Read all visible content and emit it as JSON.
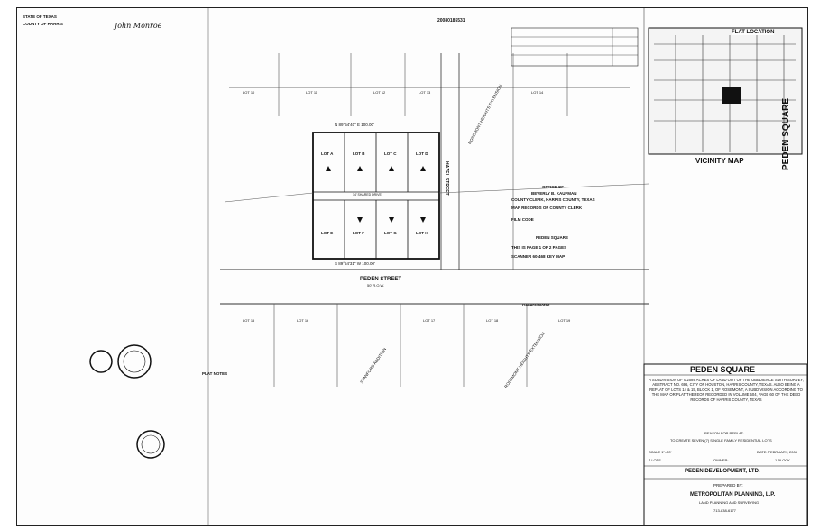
{
  "plat": {
    "headings": {
      "state": "STATE OF TEXAS",
      "county": "COUNTY OF HARRIS",
      "sig_name": "John Monroe",
      "recording_no": "20080185531"
    },
    "labels": {
      "flat_location": "FLAT LOCATION",
      "vicinity_map": "VICINITY MAP",
      "peden_square_vertical": "PEDEN SQUARE",
      "peden_street": "PEDEN STREET",
      "peden_street_sub": "50' R.O.W.",
      "hazel_street": "HAZEL STREET",
      "rosemont_top": "ROSEMONT HEIGHTS EXTENSION",
      "rosemont_bottom": "ROSEMONT HEIGHTS EXTENSION",
      "stanford_addition": "STANFORD ADDITION",
      "shared_drive": "14' SHARED DRIVE",
      "dimension_top": "N 89°54'40\" E 100.00'",
      "dimension_bottom": "S 89°54'31\" W 100.00'",
      "lot_a": "LOT A",
      "lot_b": "LOT B",
      "lot_c": "LOT C",
      "lot_d": "LOT D",
      "lot_e": "LOT E",
      "lot_f": "LOT F",
      "lot_g": "LOT G",
      "lot_h": "LOT H"
    },
    "neighbor_lots": [
      "LOT 10",
      "LOT 11",
      "LOT 12",
      "LOT 13",
      "LOT 14",
      "LOT 15",
      "LOT 16",
      "LOT 17",
      "LOT 18",
      "LOT 19"
    ],
    "office_block": {
      "line1": "OFFICE OF",
      "line2": "BEVERLY B. KAUFMAN",
      "line3": "COUNTY CLERK, HARRIS COUNTY, TEXAS",
      "line4": "MAP RECORDS OF COUNTY CLERK",
      "film_code": "FILM CODE",
      "peden_square": "PEDEN SQUARE",
      "pages": "THIS IS PAGE 1 OF 2 PAGES",
      "key_map": "SCANNER 60-468 KEY MAP"
    },
    "notes_title": "General Notes",
    "plat_notes": "PLAT NOTES",
    "title_block": {
      "name": "PEDEN SQUARE",
      "description": "A SUBDIVISION OF 0.2089 ACRES OF LAND OUT OF THE OBEDIENCE SMITH SURVEY, ABSTRACT NO. 696, CITY OF HOUSTON, HARRIS COUNTY, TEXAS. ALSO BEING A REPLAT OF LOTS 14 & 15, BLOCK 1, OF ROSEMONT, A SUBDIVISION ACCORDING TO THE MAP OR PLAT THEREOF RECORDED IN VOLUME 504, PAGE 60 OF THE DEED RECORDS OF HARRIS COUNTY, TEXAS",
      "reason": "REASON FOR REPLAT:",
      "reason_detail": "TO CREATE SEVEN (7) SINGLE FAMILY RESIDENTIAL LOTS",
      "scale": "SCALE 1\"=20'",
      "date": "DATE: FEBRUARY, 2008",
      "lots": "7 LOTS",
      "owner": "OWNER:",
      "block": "1 BLOCK",
      "developer": "PEDEN DEVELOPMENT, LTD.",
      "prepared_by": "PREPARED BY:",
      "firm": "METROPOLITAN PLANNING, L.P.",
      "firm_sub": "LAND PLANNING AND SURVEYING",
      "phone": "713-838-6177"
    }
  }
}
